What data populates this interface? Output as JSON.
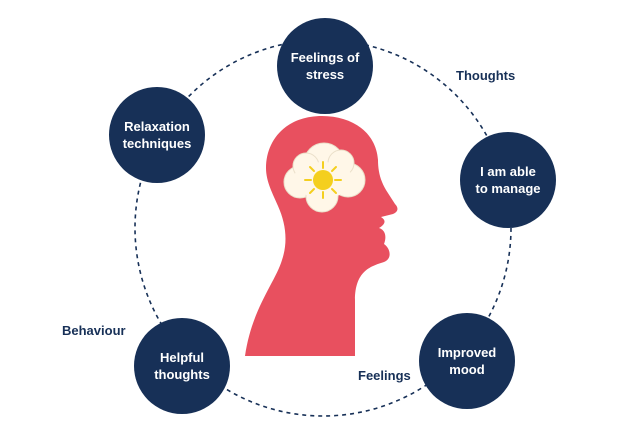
{
  "colors": {
    "node_fill": "#173057",
    "node_text": "#ffffff",
    "cycle_line": "#173057",
    "head_fill": "#e8505f",
    "brain_cloud": "#fff7e8",
    "sun": "#f4cf1e"
  },
  "nodes": {
    "stress": "Feelings of\nstress",
    "manage": "I am able\nto manage",
    "mood": "Improved\nmood",
    "helpful": "Helpful\nthoughts",
    "relaxation": "Relaxation\ntechniques"
  },
  "labels": {
    "thoughts": "Thoughts",
    "feelings": "Feelings",
    "behaviour": "Behaviour"
  },
  "icons": [
    "head-silhouette-icon",
    "brain-cloud-icon",
    "sun-icon"
  ]
}
